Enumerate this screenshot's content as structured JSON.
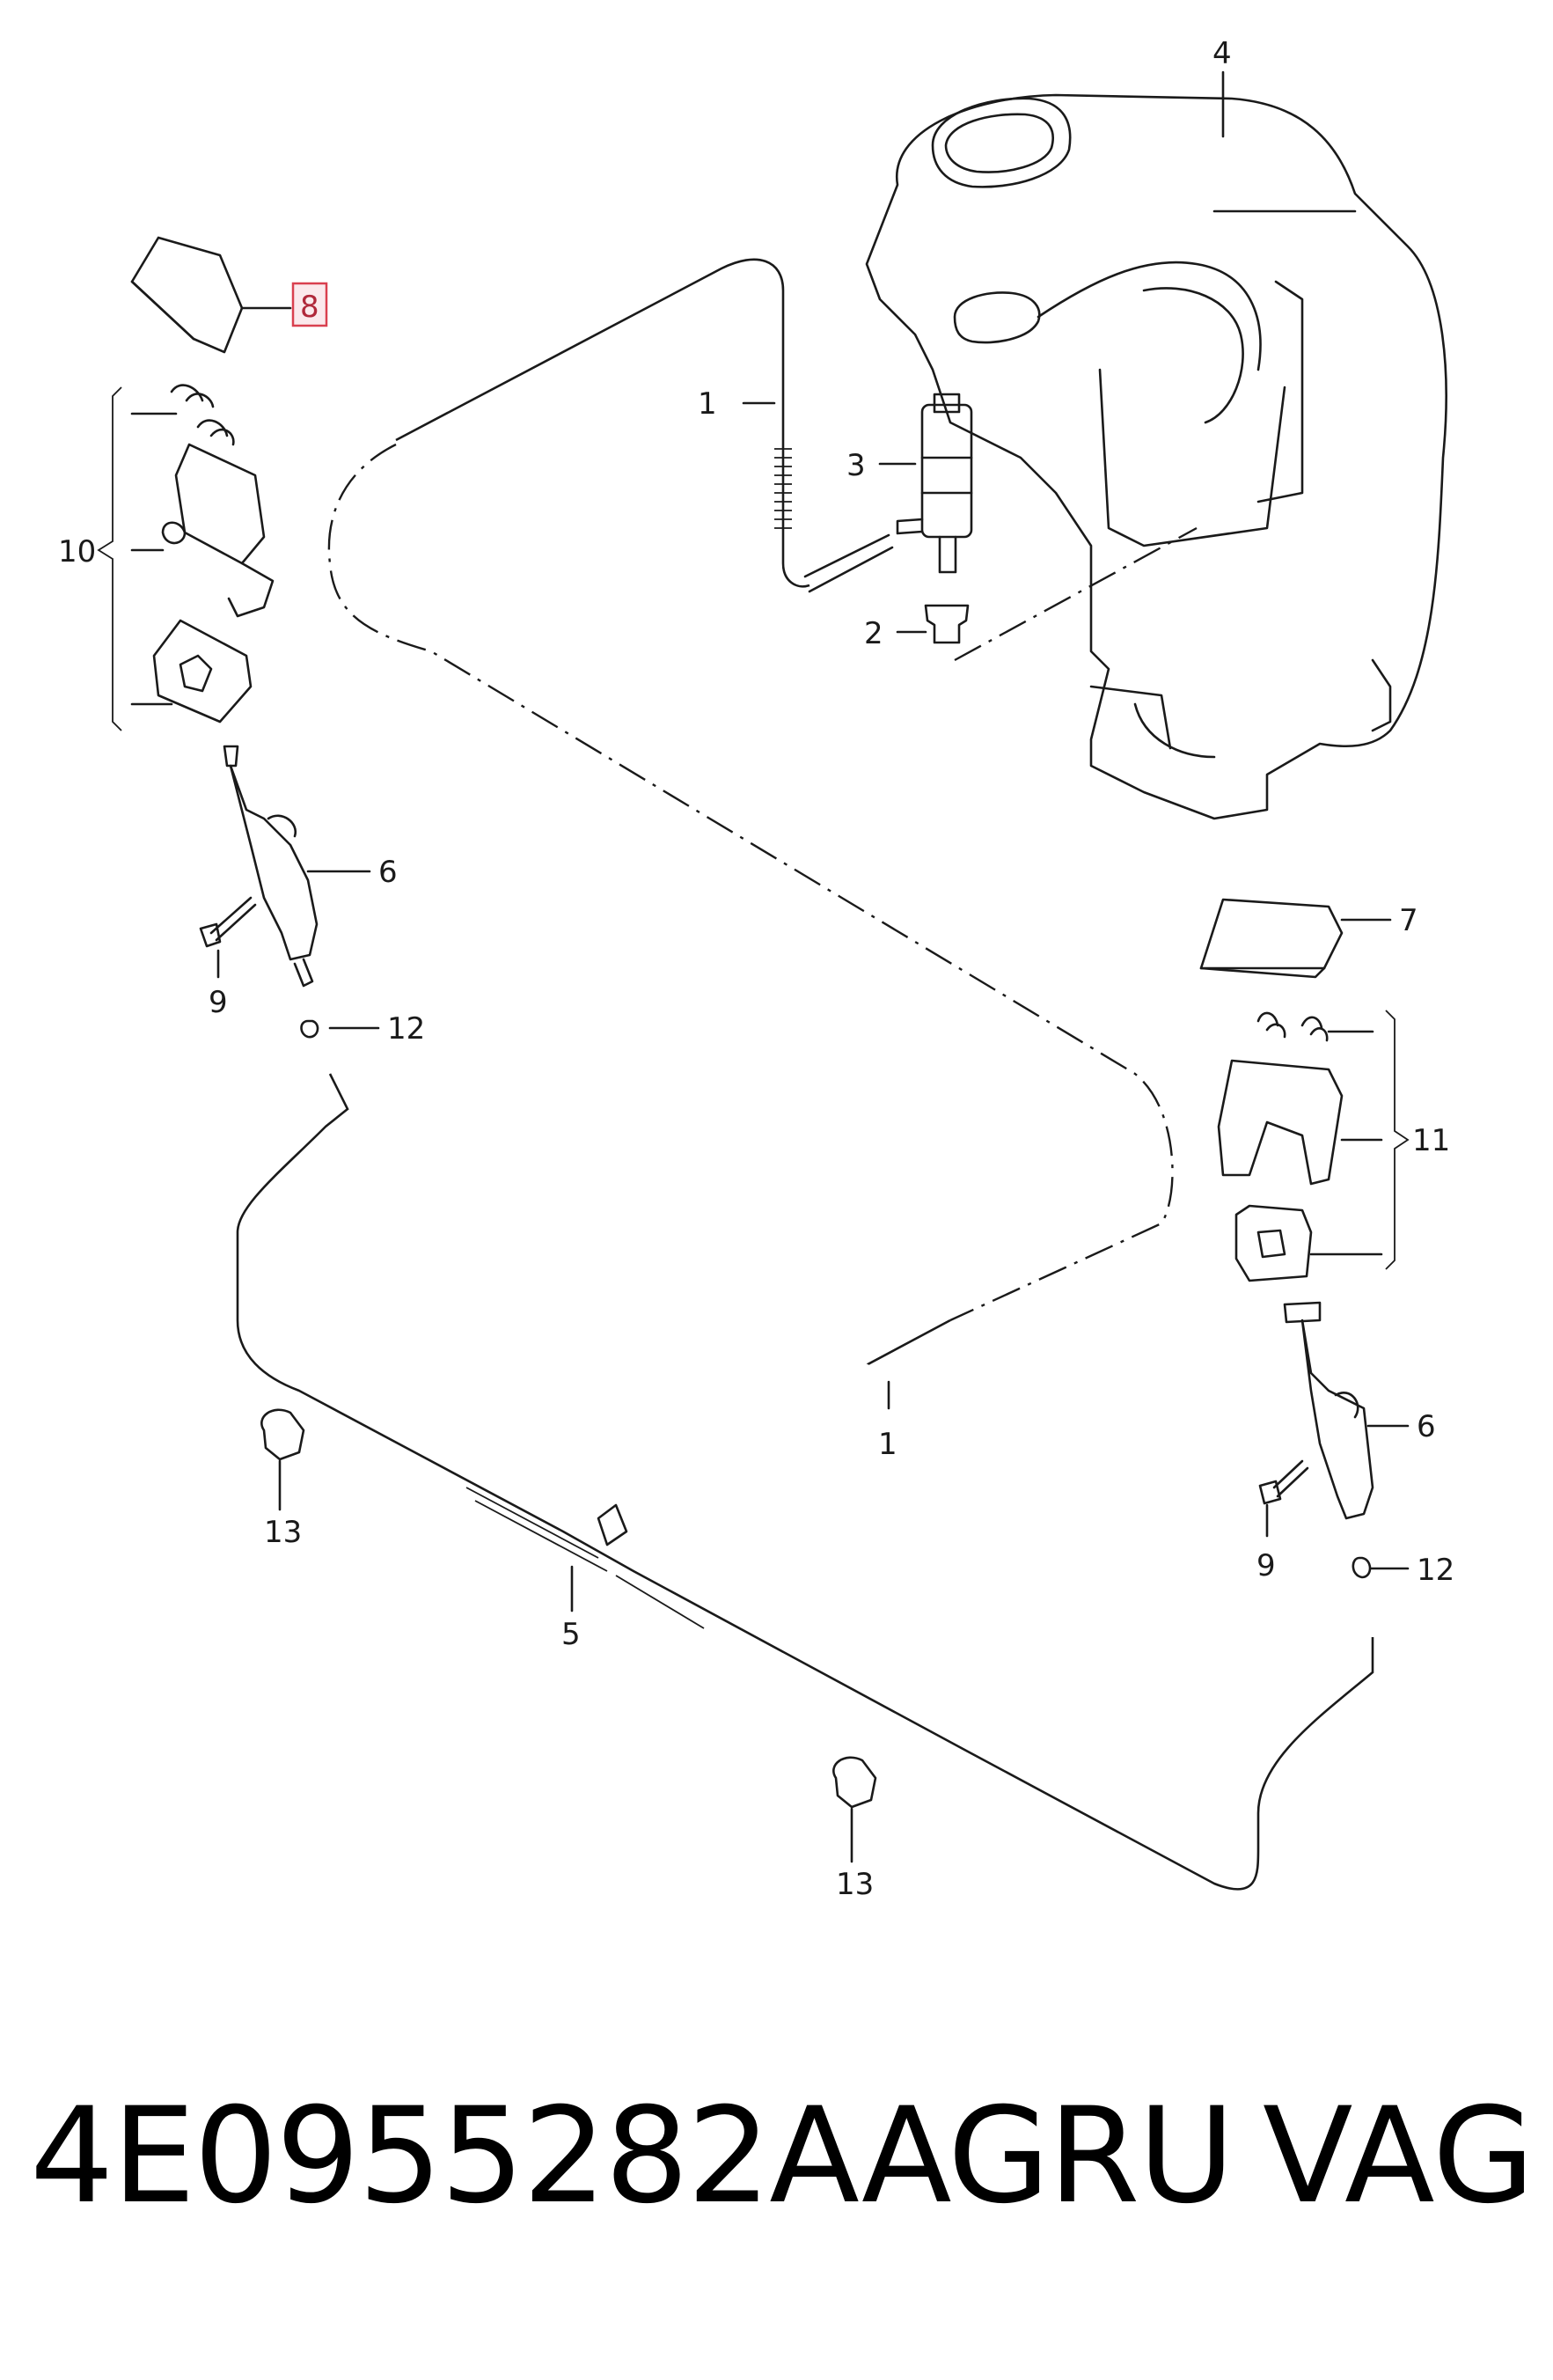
{
  "callouts": {
    "c1_top": "1",
    "c1_bottom": "1",
    "c2": "2",
    "c3": "3",
    "c4": "4",
    "c5": "5",
    "c6_left": "6",
    "c6_right": "6",
    "c7": "7",
    "c8": "8",
    "c9_left": "9",
    "c9_right": "9",
    "c10": "10",
    "c11": "11",
    "c12_left": "12",
    "c12_right": "12",
    "c13_left": "13",
    "c13_right": "13"
  },
  "highlighted_callout": "8",
  "part_number": "4E0955282AAGRU",
  "brand": "VAG",
  "colors": {
    "highlight_fill": "#fbe9ec",
    "highlight_stroke": "#d9404f",
    "ink": "#1a1a1a"
  }
}
